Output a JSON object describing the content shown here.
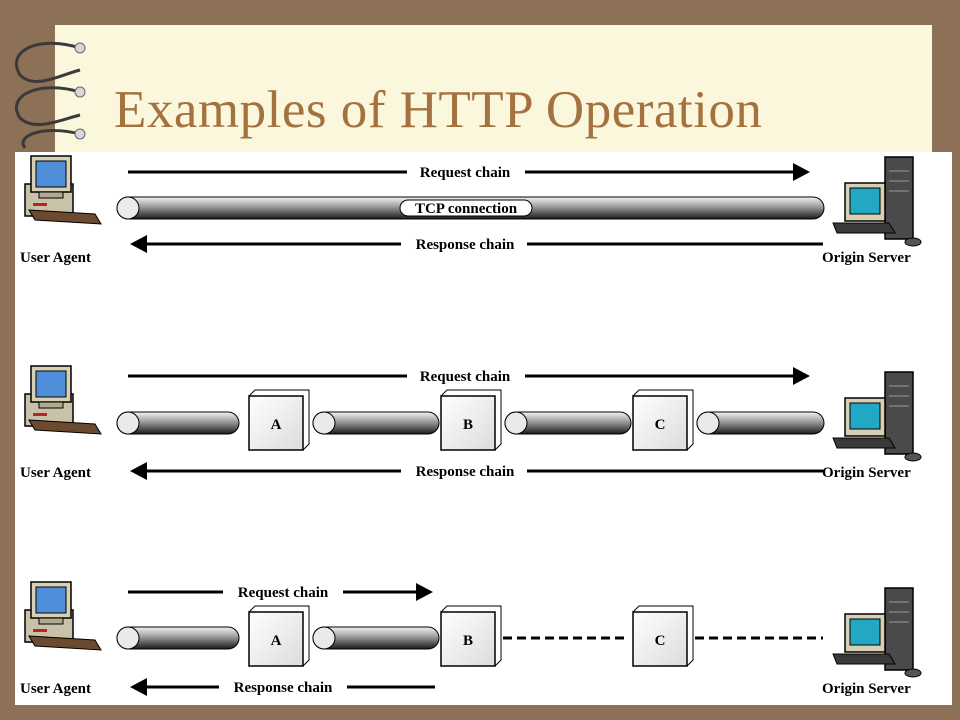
{
  "slide": {
    "title": "Examples of HTTP Operation"
  },
  "labels": {
    "request_chain": "Request chain",
    "response_chain": "Response chain",
    "tcp_connection": "TCP connection",
    "user_agent": "User Agent",
    "origin_server": "Origin Server"
  },
  "intermediaries": [
    "A",
    "B",
    "C"
  ]
}
